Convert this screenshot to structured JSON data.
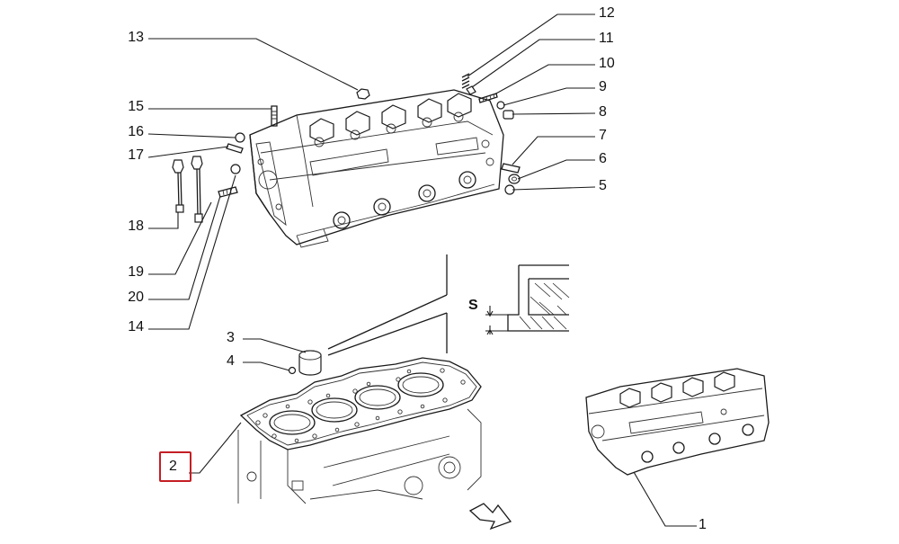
{
  "colors": {
    "ink": "#1a1a1a",
    "highlight": "#c41e24",
    "background": "#ffffff"
  },
  "callouts": [
    {
      "id": "1",
      "label": "1"
    },
    {
      "id": "2",
      "label": "2",
      "highlighted": true
    },
    {
      "id": "3",
      "label": "3"
    },
    {
      "id": "4",
      "label": "4"
    },
    {
      "id": "5",
      "label": "5"
    },
    {
      "id": "6",
      "label": "6"
    },
    {
      "id": "7",
      "label": "7"
    },
    {
      "id": "8",
      "label": "8"
    },
    {
      "id": "9",
      "label": "9"
    },
    {
      "id": "10",
      "label": "10"
    },
    {
      "id": "11",
      "label": "11"
    },
    {
      "id": "12",
      "label": "12"
    },
    {
      "id": "13",
      "label": "13"
    },
    {
      "id": "14",
      "label": "14"
    },
    {
      "id": "15",
      "label": "15"
    },
    {
      "id": "16",
      "label": "16"
    },
    {
      "id": "17",
      "label": "17"
    },
    {
      "id": "18",
      "label": "18"
    },
    {
      "id": "19",
      "label": "19"
    },
    {
      "id": "20",
      "label": "20"
    }
  ],
  "detail": {
    "label": "S"
  }
}
